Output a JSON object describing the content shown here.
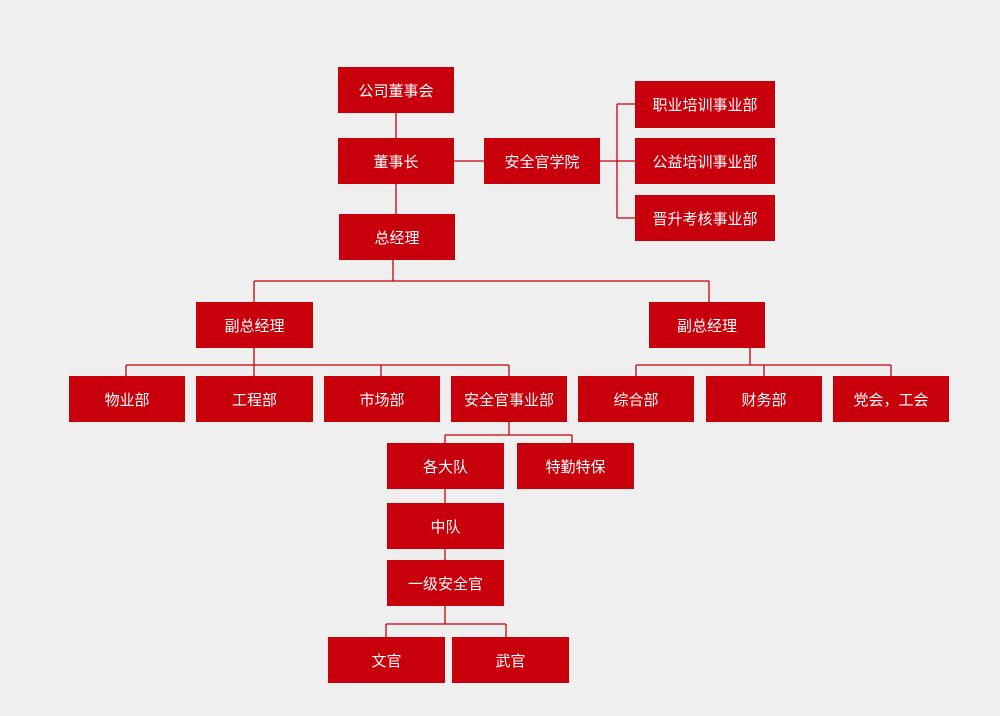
{
  "colors": {
    "box": "#c8000b",
    "line": "#c8000b",
    "background": "#eeefee"
  },
  "nodes": {
    "board": "公司董事会",
    "chairman": "董事长",
    "general_manager": "总经理",
    "academy": "安全官学院",
    "vocational_training": "职业培训事业部",
    "public_training": "公益培训事业部",
    "promotion_assessment": "晋升考核事业部",
    "vp_left": "副总经理",
    "vp_right": "副总经理",
    "property": "物业部",
    "engineering": "工程部",
    "marketing": "市场部",
    "security_division": "安全官事业部",
    "general_affairs": "综合部",
    "finance": "财务部",
    "party_union": "党会，工会",
    "brigades": "各大队",
    "special_guard": "特勤特保",
    "squadron": "中队",
    "senior_officer": "一级安全官",
    "civil_officer": "文官",
    "military_officer": "武官"
  }
}
